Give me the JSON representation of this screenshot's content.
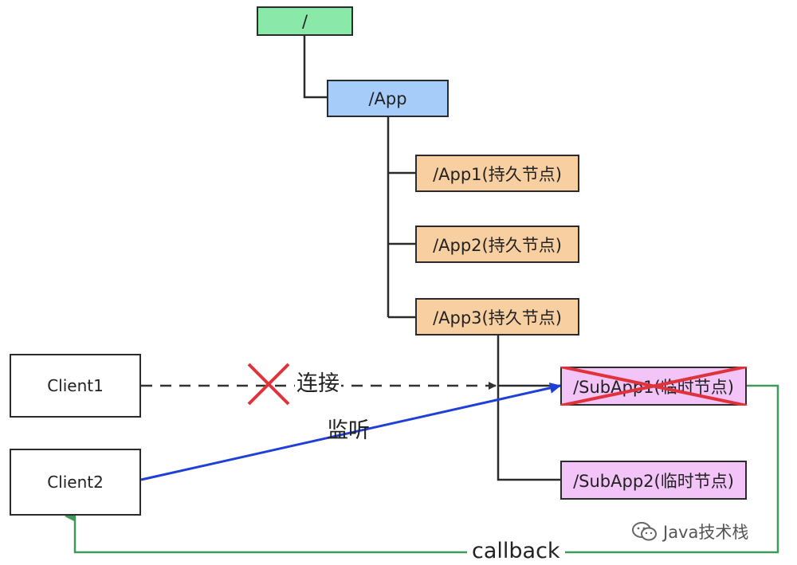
{
  "nodes": {
    "root": "/",
    "app": "/App",
    "app1": "/App1(持久节点)",
    "app2": "/App2(持久节点)",
    "app3": "/App3(持久节点)",
    "subapp1": "/SubApp1(临时节点)",
    "subapp2": "/SubApp2(临时节点)"
  },
  "clients": {
    "client1": "Client1",
    "client2": "Client2"
  },
  "edges": {
    "connect": "连接",
    "watch": "监听",
    "callback": "callback"
  },
  "watermark": {
    "text": "Java技术栈",
    "icon": "wechat-icon"
  },
  "colors": {
    "root": "#8ae8a8",
    "app": "#a6cdf9",
    "persistent": "#f8cfa1",
    "ephemeral": "#f2c4f7",
    "connect_line": "#333333",
    "watch_line": "#1f3fd6",
    "callback_line": "#3f9a5a",
    "deleted_cross": "#e0323a"
  }
}
